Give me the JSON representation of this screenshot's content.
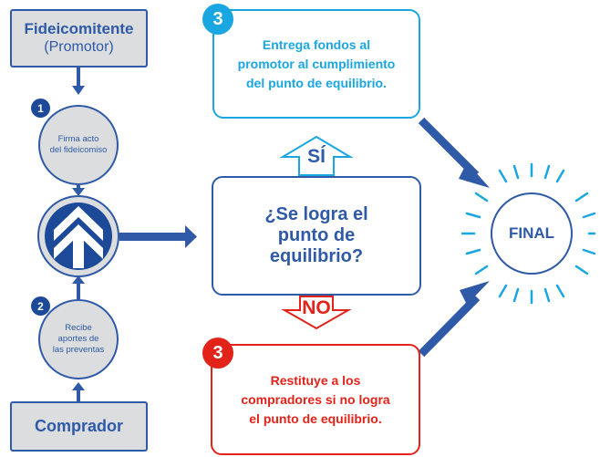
{
  "colors": {
    "navy": "#2e5aa7",
    "dark_navy": "#1c4a99",
    "cyan": "#1aa6e0",
    "red": "#e2231a",
    "gray_fill": "#dcdddf"
  },
  "fideicomitente": {
    "title": "Fideicomitente",
    "subtitle": "(Promotor)"
  },
  "step1": {
    "number": "1",
    "line1": "Firma acto",
    "line2": "del fideicomiso"
  },
  "center_icon": "upward-chevrons-icon",
  "step2": {
    "number": "2",
    "line1": "Recibe",
    "line2": "aportes de",
    "line3": "las preventas"
  },
  "comprador": {
    "title": "Comprador"
  },
  "question": {
    "line1": "¿Se logra el",
    "line2": "punto de",
    "line3": "equilibrio?"
  },
  "yes_branch": {
    "label": "SÍ",
    "number": "3",
    "line1": "Entrega fondos al",
    "line2": "promotor al cumplimiento",
    "line3": "del punto de equilibrio."
  },
  "no_branch": {
    "label": "NO",
    "number": "3",
    "line1": "Restituye a los",
    "line2": "compradores si no logra",
    "line3": "el punto de equilibrio."
  },
  "final": {
    "label": "FINAL",
    "icon": "sunburst-icon"
  }
}
